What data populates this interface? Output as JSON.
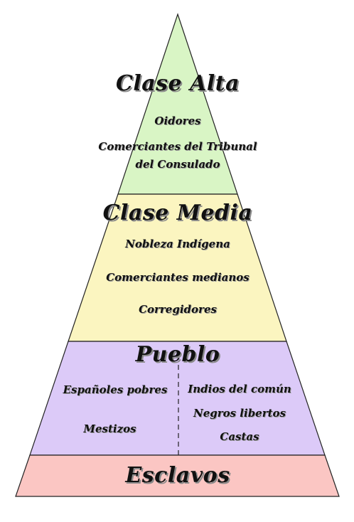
{
  "levels": {
    "alta": {
      "title": "Clase Alta",
      "fill": "#d9f5c5",
      "items": [
        "Oidores",
        "Comerciantes del Tribunal",
        "del Consulado"
      ]
    },
    "media": {
      "title": "Clase Media",
      "fill": "#fbf5c0",
      "items": [
        "Nobleza Indígena",
        "Comerciantes medianos",
        "Corregidores"
      ]
    },
    "pueblo": {
      "title": "Pueblo",
      "fill": "#dccaf8",
      "left_items": [
        "Españoles pobres",
        "Mestizos"
      ],
      "right_items": [
        "Indios del común",
        "Negros libertos",
        "Castas"
      ]
    },
    "esclavos": {
      "title": "Esclavos",
      "fill": "#fbc6c3"
    }
  }
}
